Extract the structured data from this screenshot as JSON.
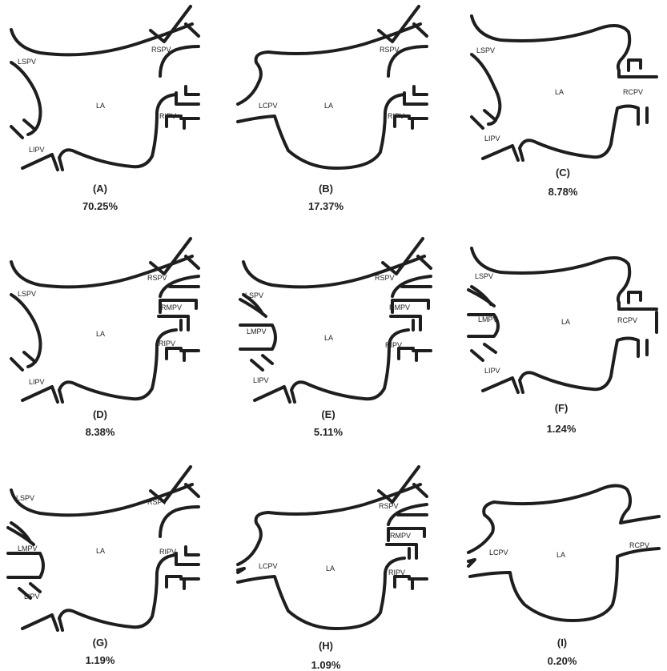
{
  "figure": {
    "panels": [
      {
        "letter": "(A)",
        "percentage": "70.25%",
        "labels": {
          "ls": "LSPV",
          "li": "LIPV",
          "rs": "RSPV",
          "ri": "RIPV",
          "la": "LA"
        }
      },
      {
        "letter": "(B)",
        "percentage": "17.37%",
        "labels": {
          "lc": "LCPV",
          "rs": "RSPV",
          "ri": "RIPV",
          "la": "LA"
        }
      },
      {
        "letter": "(C)",
        "percentage": "8.78%",
        "labels": {
          "ls": "LSPV",
          "li": "LIPV",
          "rc": "RCPV",
          "la": "LA"
        }
      },
      {
        "letter": "(D)",
        "percentage": "8.38%",
        "labels": {
          "ls": "LSPV",
          "li": "LIPV",
          "rs": "RSPV",
          "rm": "RMPV",
          "ri": "RIPV",
          "la": "LA"
        }
      },
      {
        "letter": "(E)",
        "percentage": "5.11%",
        "labels": {
          "ls": "LSPV",
          "lm": "LMPV",
          "li": "LIPV",
          "rs": "RSPV",
          "rm": "RMPV",
          "ri": "RIPV",
          "la": "LA"
        }
      },
      {
        "letter": "(F)",
        "percentage": "1.24%",
        "labels": {
          "ls": "LSPV",
          "lm": "LMPV",
          "li": "LIPV",
          "rc": "RCPV",
          "la": "LA"
        }
      },
      {
        "letter": "(G)",
        "percentage": "1.19%",
        "labels": {
          "ls": "LSPV",
          "lm": "LMPV",
          "li": "LIPV",
          "rs": "RSPV",
          "ri": "RIPV",
          "la": "LA"
        }
      },
      {
        "letter": "(H)",
        "percentage": "1.09%",
        "labels": {
          "lc": "LCPV",
          "rs": "RSPV",
          "rm": "RMPV",
          "ri": "RIPV",
          "la": "LA"
        }
      },
      {
        "letter": "(I)",
        "percentage": "0.20%",
        "labels": {
          "lc": "LCPV",
          "rc": "RCPV",
          "la": "LA"
        }
      }
    ]
  }
}
